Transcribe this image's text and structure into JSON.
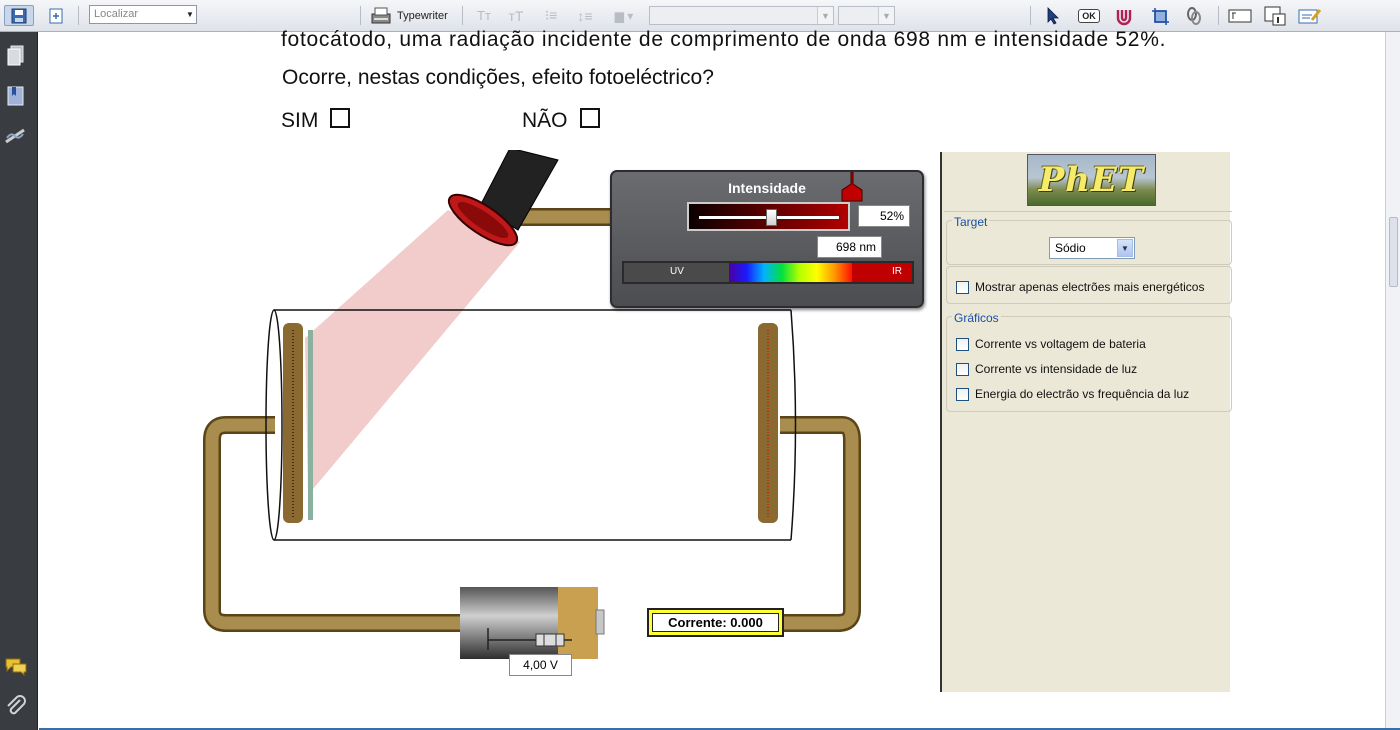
{
  "toolbar": {
    "find_placeholder": "Localizar",
    "typewriter_label": "Typewriter",
    "ok_label": "OK"
  },
  "question": {
    "line1": "fotocátodo, uma radiação incidente de comprimento de onda 698 nm e intensidade 52%.",
    "line2": "Ocorre, nestas condições, efeito fotoeléctrico?",
    "yes_label": "SIM",
    "no_label": "NÃO"
  },
  "simulation": {
    "intensity_title": "Intensidade",
    "intensity_value": "52%",
    "intensity_fraction": 0.52,
    "wavelength_value": "698 nm",
    "wavelength_fraction": 0.79,
    "uv_label": "UV",
    "ir_label": "IR",
    "current_label": "Corrente: 0.000",
    "voltage_value": "4,00 V",
    "light_color": "#e8a0a0",
    "wire_color": "#9c7c3c"
  },
  "control_panel": {
    "logo_text": "PhET",
    "target_legend": "Target",
    "target_selected": "Sódio",
    "show_energetic": "Mostrar apenas electrões mais energéticos",
    "graphs_legend": "Gráficos",
    "graphs": [
      "Corrente vs voltagem de bateria",
      "Corrente vs intensidade de luz",
      "Energia do electrão vs frequência da luz"
    ]
  },
  "colors": {
    "sidebar": "#393c40",
    "panel_bg": "#ece8d8",
    "legend_blue": "#1750a8"
  }
}
